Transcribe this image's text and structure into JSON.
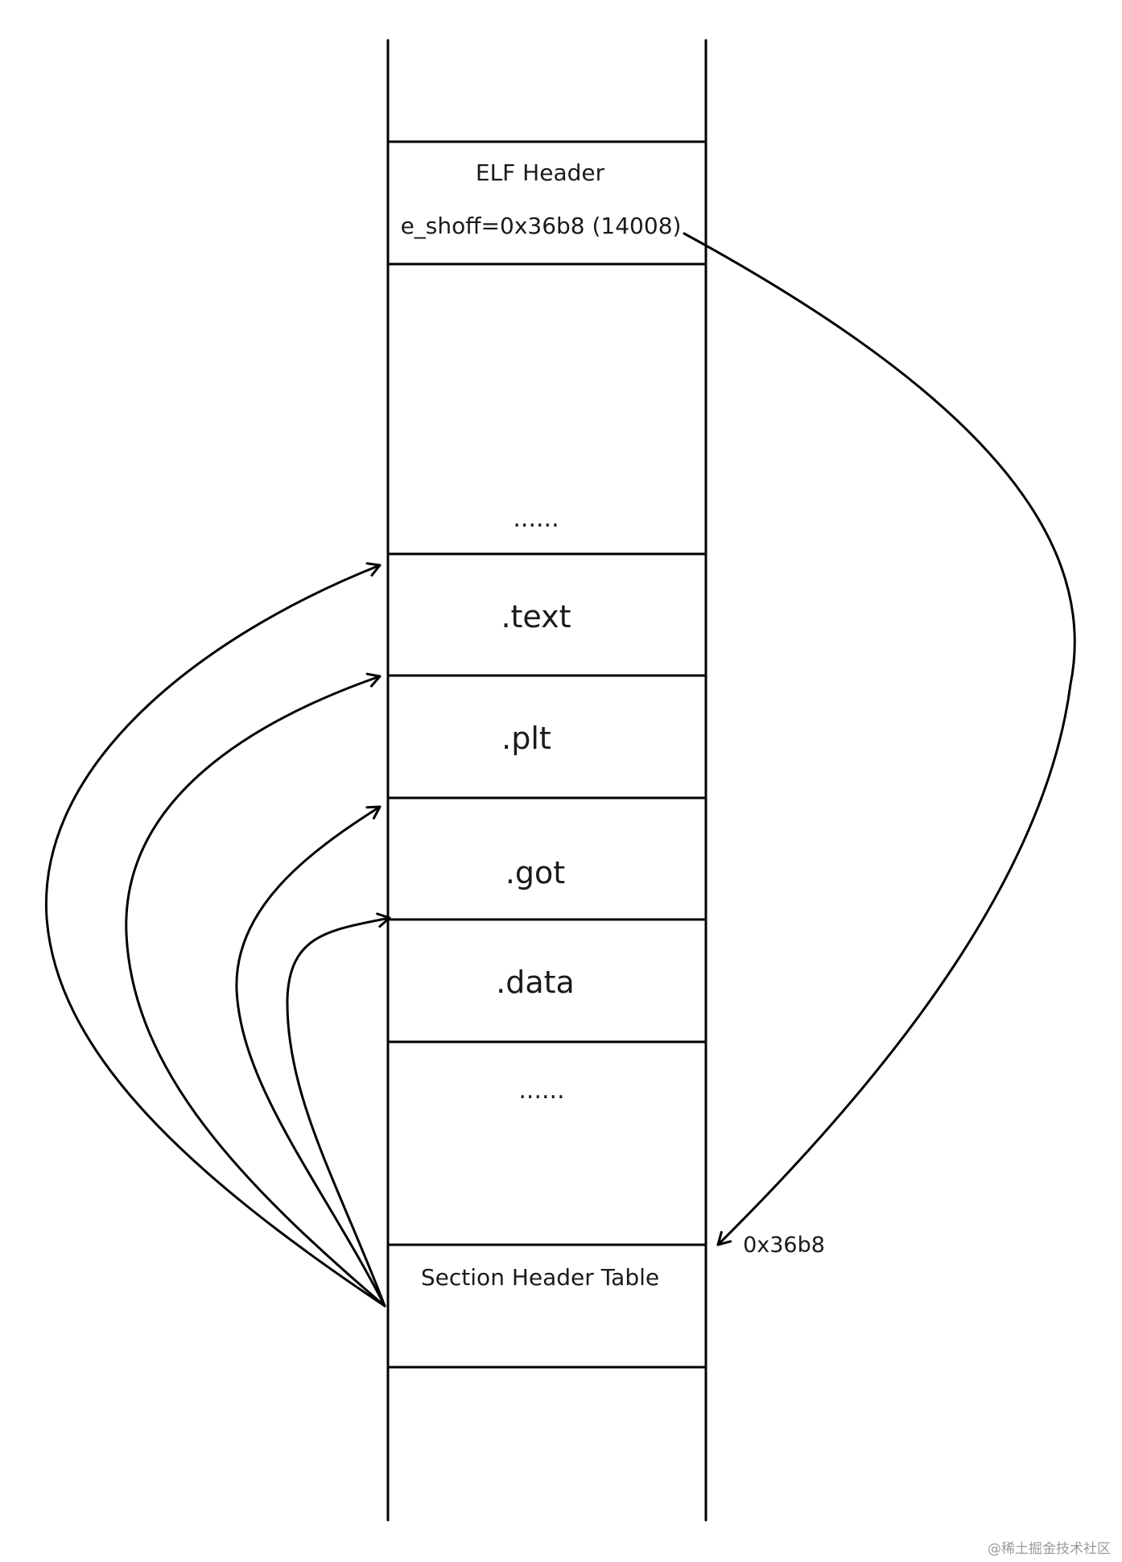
{
  "elf_layout": {
    "header": {
      "title": "ELF Header",
      "field": "e_shoff=0x36b8 (14008)"
    },
    "ellipsis_top": "......",
    "sections": [
      ".text",
      ".plt",
      ".got",
      ".data"
    ],
    "ellipsis_bottom": "......",
    "section_header_table": "Section Header Table",
    "offset_label": "0x36b8"
  },
  "watermark": "@稀土掘金技术社区"
}
